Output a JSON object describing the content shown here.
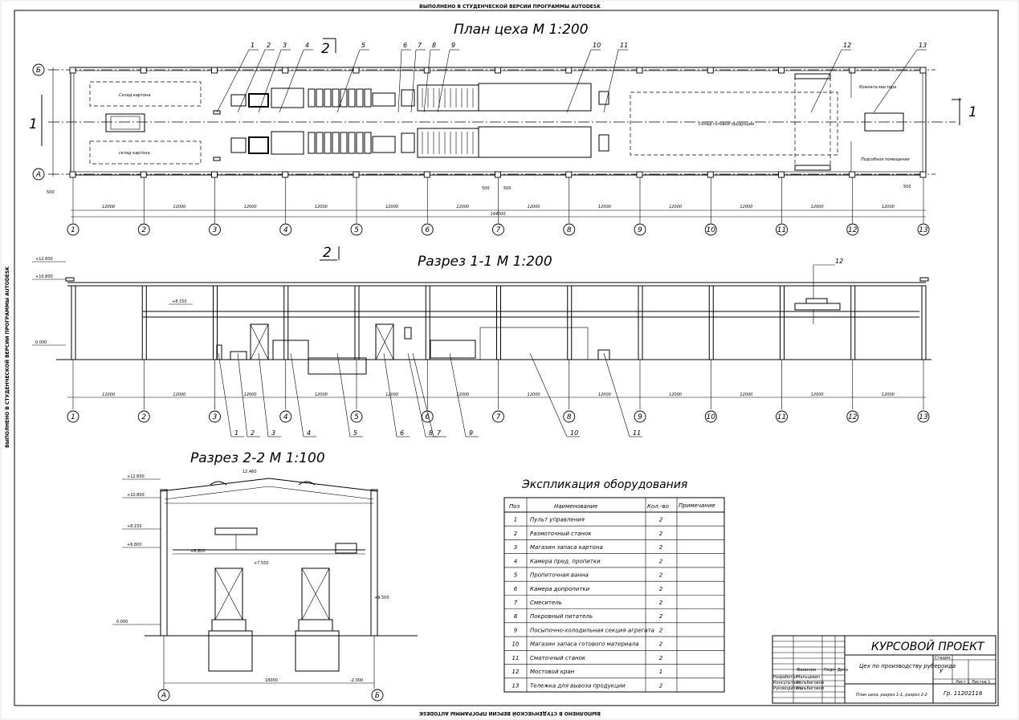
{
  "watermark": "ВЫПОЛНЕНО В СТУДЕНЧЕСКОЙ ВЕРСИИ ПРОГРАММЫ AUTODESK",
  "plan": {
    "title": "План цеха   М 1:200",
    "axes_numbers": [
      "1",
      "2",
      "3",
      "4",
      "5",
      "6",
      "7",
      "8",
      "9",
      "10",
      "11",
      "12",
      "13"
    ],
    "axes_letters": [
      "Б",
      "А"
    ],
    "span_label": "12000",
    "total_label": "144000",
    "section_mark_2": "2",
    "section_mark_1": "1",
    "storage_raw_top": "Склад картона",
    "storage_raw_bottom": "склад картона",
    "storage_finished": "Склад готовой продукции",
    "master_room": "Комната мастера",
    "utility_room": "Подсобное помещение",
    "dims_small": [
      "500",
      "500",
      "500",
      "500"
    ],
    "callouts": [
      "1",
      "2",
      "3",
      "4",
      "5",
      "6",
      "7",
      "8",
      "9",
      "10",
      "11",
      "12",
      "13"
    ]
  },
  "section11": {
    "title": "Разрез 1-1   М 1:200",
    "section_mark": "2",
    "levels": [
      "+12.600",
      "+10.800",
      "+8.150",
      "0.000"
    ],
    "callouts": [
      "1",
      "2",
      "3",
      "4",
      "5",
      "6",
      "8",
      "7",
      "9",
      "10",
      "11"
    ],
    "crane_callout": "12"
  },
  "section22": {
    "title": "Разрез 2-2   М 1:100",
    "levels": [
      "+12.600",
      "+10.800",
      "+8.150",
      "+6.800",
      "0.000"
    ],
    "inner_levels": [
      "+6.800",
      "+7.550",
      "+9.500",
      "-2.000"
    ],
    "span": "18000",
    "ridge": "12.460",
    "axes": [
      "А",
      "Б"
    ]
  },
  "explication": {
    "title": "Экспликация оборудования",
    "headers": [
      "Поз",
      "Наименование",
      "Кол.-во",
      "Примечание"
    ],
    "rows": [
      {
        "pos": "1",
        "name": "Пульт управления",
        "qty": "2"
      },
      {
        "pos": "2",
        "name": "Размоточный станок",
        "qty": "2"
      },
      {
        "pos": "3",
        "name": "Магазин запаса картона",
        "qty": "2"
      },
      {
        "pos": "4",
        "name": "Камера пред. пропитки",
        "qty": "2"
      },
      {
        "pos": "5",
        "name": "Пропиточная ванна",
        "qty": "2"
      },
      {
        "pos": "6",
        "name": "Камера допропитки",
        "qty": "2"
      },
      {
        "pos": "7",
        "name": "Смеситель",
        "qty": "2"
      },
      {
        "pos": "8",
        "name": "Покровный питатель",
        "qty": "2"
      },
      {
        "pos": "9",
        "name": "Посыпочно-холодильная секция агрегата",
        "qty": "2"
      },
      {
        "pos": "10",
        "name": "Магазин запаса готового материала",
        "qty": "2"
      },
      {
        "pos": "11",
        "name": "Сматочный станок",
        "qty": "2"
      },
      {
        "pos": "12",
        "name": "Мостовой кран",
        "qty": "1"
      },
      {
        "pos": "13",
        "name": "Тележка для вывоза продукции",
        "qty": "2"
      }
    ]
  },
  "stamp": {
    "project": "КУРСОВОЙ ПРОЕКТ",
    "subject": "Цех по производству рубероида",
    "sheet_desc": "План цеха, разрез 1-1, разрез 2-2",
    "group": "Гр. 11202116",
    "stage_label": "Стадия",
    "stage_value": "У",
    "sheet_label": "Лист 1",
    "sheets_label": "Листов 1",
    "roles": [
      "Разработал",
      "Консультант",
      "Руководитель"
    ],
    "names": [
      "Мальцевич",
      "Кольбиговой",
      "Кольбиговой"
    ],
    "cols": [
      "Фамилия",
      "Подп.",
      "Дата"
    ]
  }
}
